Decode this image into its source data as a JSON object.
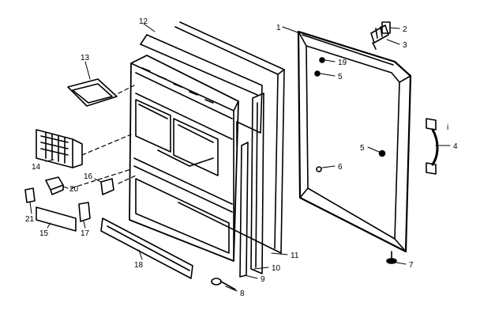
{
  "colors": {
    "line": "#000000",
    "background": "#ffffff"
  },
  "callouts": {
    "c1": "1",
    "c2": "2",
    "c3": "3",
    "c4": "4",
    "c5a": "5",
    "c5b": "5",
    "c6": "6",
    "c7": "7",
    "c8": "8",
    "c9": "9",
    "c10": "10",
    "c11": "11",
    "c12": "12",
    "c13": "13",
    "c14": "14",
    "c15": "15",
    "c16": "16",
    "c17": "17",
    "c18": "18",
    "c19": "19",
    "c20": "20",
    "c21": "21",
    "ci": "i"
  }
}
